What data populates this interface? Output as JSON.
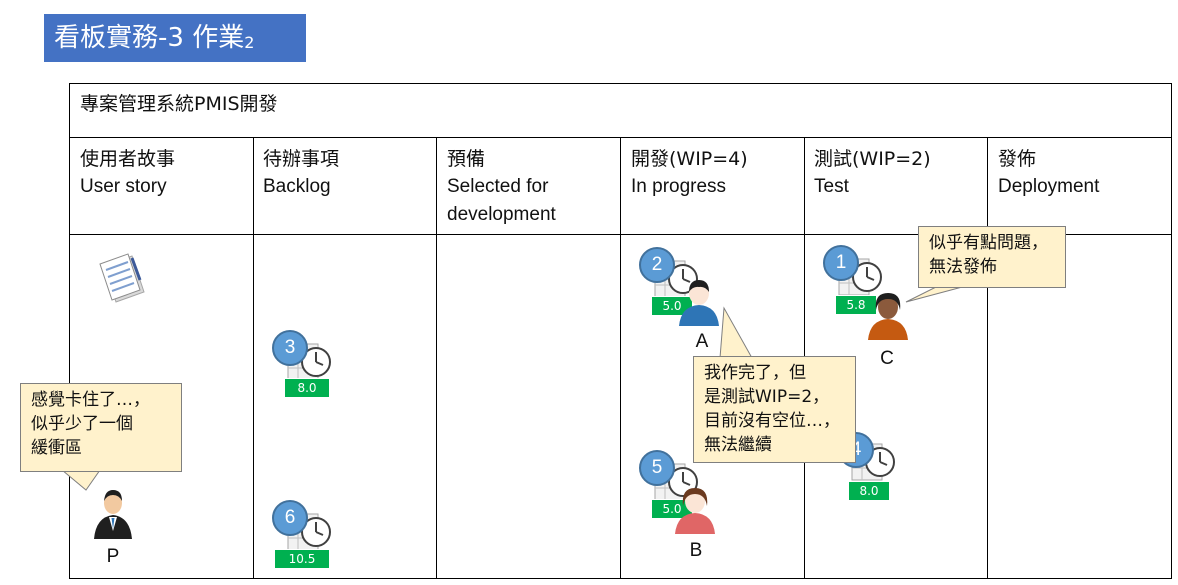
{
  "title": {
    "main": "看板實務-3 作業",
    "sub": "2"
  },
  "board": {
    "project_title": "專案管理系統PMIS開發",
    "columns": [
      {
        "zh": "使用者故事",
        "en": "User story",
        "en2": ""
      },
      {
        "zh": "待辦事項",
        "en": "Backlog",
        "en2": ""
      },
      {
        "zh": "預備",
        "en": "Selected for",
        "en2": "development"
      },
      {
        "zh": "開發(WIP=4)",
        "en": "In progress",
        "en2": ""
      },
      {
        "zh": "測試(WIP=2)",
        "en": "Test",
        "en2": ""
      },
      {
        "zh": "發佈",
        "en": "Deployment",
        "en2": ""
      }
    ]
  },
  "cards": [
    {
      "number": "3",
      "estimate": "8.0"
    },
    {
      "number": "6",
      "estimate": "10.5"
    },
    {
      "number": "2",
      "estimate": "5.0"
    },
    {
      "number": "5",
      "estimate": "5.0"
    },
    {
      "number": "1",
      "estimate": "5.8"
    },
    {
      "number": "4",
      "estimate": "8.0"
    }
  ],
  "people": {
    "p": "P",
    "a": "A",
    "b": "B",
    "c": "C"
  },
  "callouts": {
    "p": [
      "感覺卡住了…，",
      "似乎少了一個",
      "緩衝區"
    ],
    "a": [
      "我作完了，但",
      "是測試WIP=2，",
      "目前沒有空位…，",
      "無法繼續"
    ],
    "c": [
      "似乎有點問題，",
      "無法發佈"
    ]
  },
  "colors": {
    "title_bg": "#4472c4",
    "badge": "#5b9bd5",
    "estimate": "#00b050",
    "callout_bg": "#fff2cc",
    "person_a": "#2e75b6",
    "person_b": "#e06666",
    "person_c": "#c55a11",
    "person_p": "#1f1f1f"
  }
}
